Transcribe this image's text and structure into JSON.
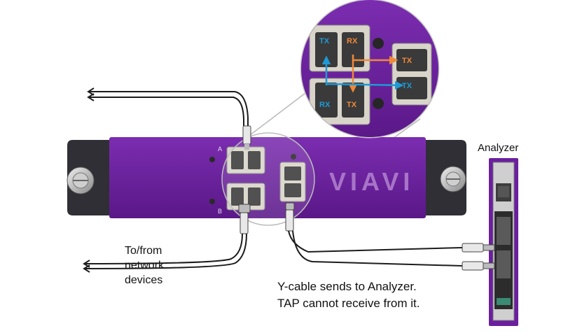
{
  "diagram": {
    "brand_logo": "VIAVI",
    "port_labels": {
      "upper": "A",
      "lower": "B"
    },
    "callout": {
      "port_tx_upper_left": "TX",
      "port_rx_upper_right": "RX",
      "port_rx_lower_left": "RX",
      "port_tx_lower_right": "TX",
      "monitor_tx_upper": "TX",
      "monitor_tx_lower": "TX"
    },
    "labels": {
      "analyzer": "Analyzer",
      "network_line1": "To/from",
      "network_line2": "network",
      "network_line3": "devices",
      "caption_line1": "Y-cable sends to Analyzer.",
      "caption_line2": "TAP cannot receive from it."
    },
    "colors": {
      "module_purple": "#6b1f9e",
      "bracket": "#2f2f35",
      "tx_blue": "#1e9ad6",
      "rx_orange": "#f0883a",
      "port_beige": "#d8d4c9",
      "cable": "#1c1c1c"
    }
  }
}
